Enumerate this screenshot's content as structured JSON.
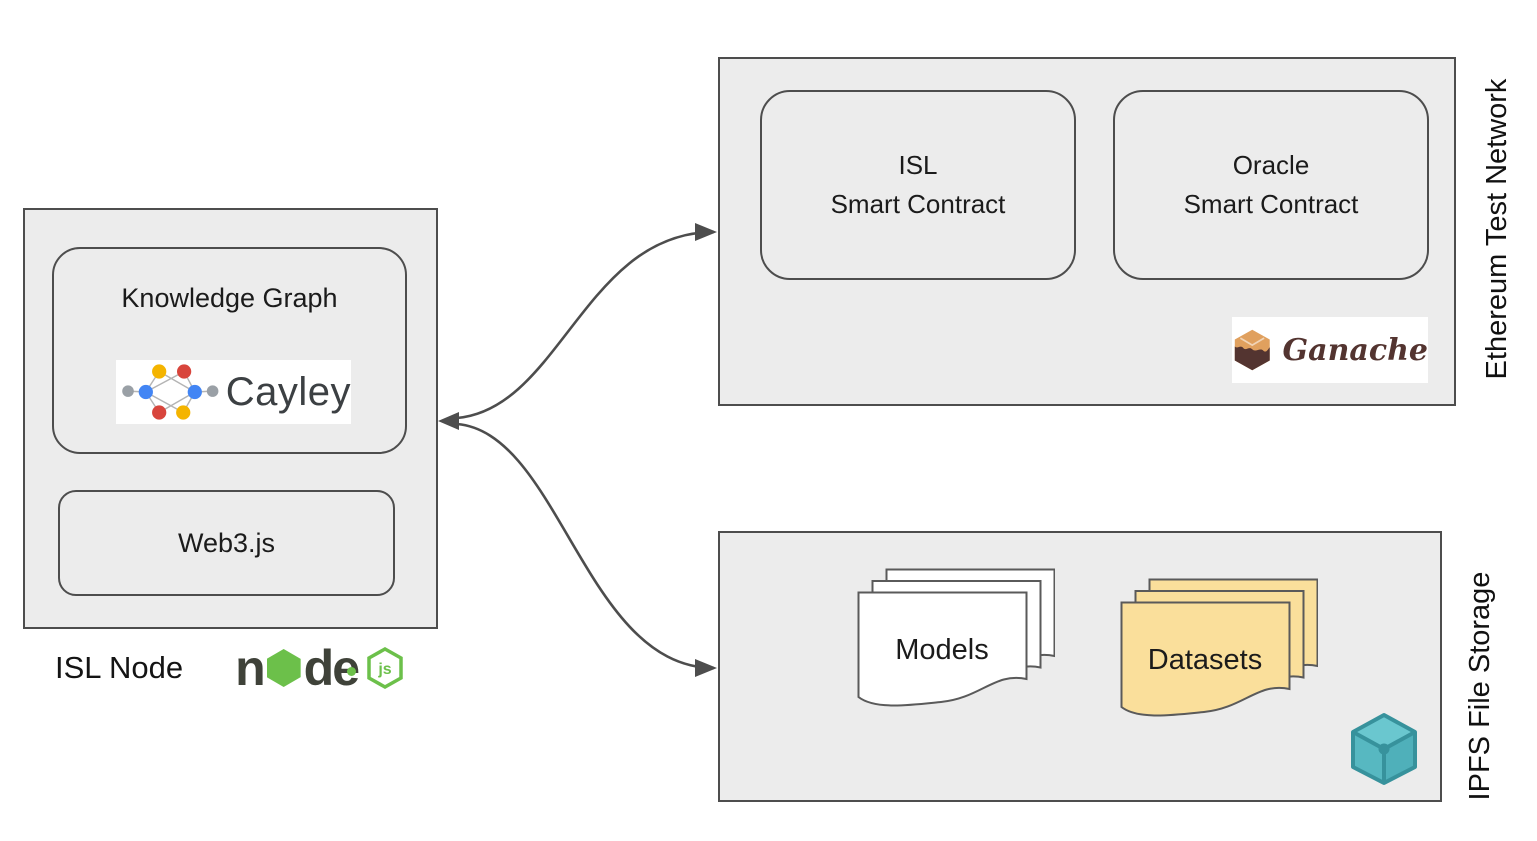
{
  "colors": {
    "panel": "#ececec",
    "line": "#4d4d4d",
    "text": "#1b1b1b",
    "node_green": "#6cc04a",
    "node_dark": "#3f4239",
    "doc_yellow": "#fadf9b",
    "doc_border": "#5a5a5a",
    "cayley_blue": "#4285f4",
    "cayley_red": "#d8453c",
    "cayley_yellow": "#f4b400",
    "cayley_gray": "#9aa0a6",
    "ganache_orange": "#e0a05e",
    "ganache_brown": "#533430",
    "ipfs_teal_top": "#6ac7cf",
    "ipfs_teal_left": "#57b8c1",
    "ipfs_teal_right": "#4fb0ba",
    "ipfs_teal_edge": "#37929c"
  },
  "isl_node": {
    "caption": "ISL Node",
    "knowledge_graph_label": "Knowledge Graph",
    "cayley_label": "Cayley",
    "web3_label": "Web3.js",
    "nodejs": {
      "n": "n",
      "d": "d",
      "e": "e",
      "js": "js"
    }
  },
  "ethereum": {
    "side_label": "Ethereum Test Network",
    "isl_contract_line1": "ISL",
    "isl_contract_line2": "Smart Contract",
    "oracle_contract_line1": "Oracle",
    "oracle_contract_line2": "Smart Contract",
    "ganache_label": "Ganache"
  },
  "ipfs": {
    "side_label": "IPFS File Storage",
    "models_label": "Models",
    "datasets_label": "Datasets"
  },
  "icons": {
    "cayley": "graph-nodes-icon",
    "nodejs": "nodejs-hexagon-icon",
    "ganache": "chocolate-cube-icon",
    "ipfs": "teal-cube-icon"
  }
}
